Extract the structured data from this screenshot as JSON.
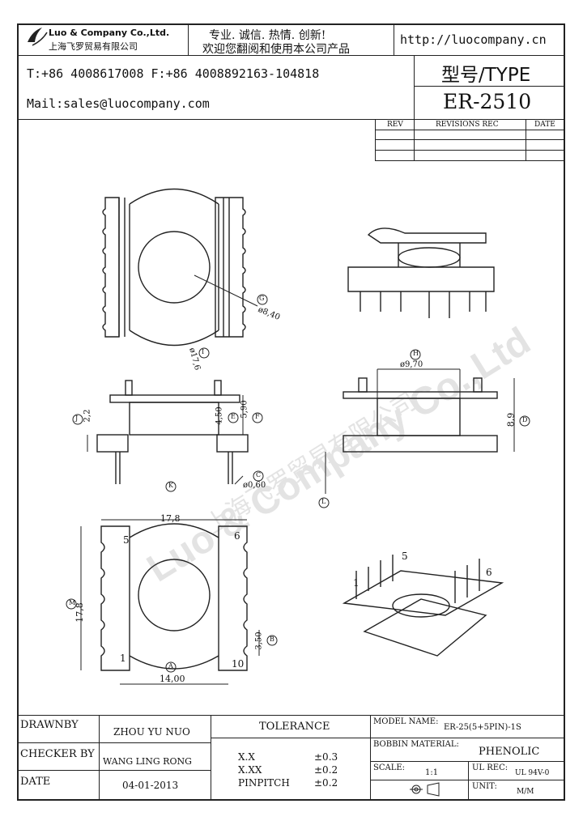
{
  "header": {
    "company_name": "Luo & Company Co.,Ltd.",
    "company_name_cn": "上海飞罗贸易有限公司",
    "slogan_line1": "专业. 诚信. 热情. 创新!",
    "slogan_line2": "欢迎您翻阅和使用本公司产品",
    "website": "http://luocompany.cn",
    "phone_fax": "T:+86 4008617008 F:+86 4008892163-104818",
    "mail": "Mail:sales@luocompany.com",
    "type_label": "型号/TYPE",
    "type_value": "ER-2510"
  },
  "revisions": {
    "rev_header": "REV",
    "rec_header": "REVISIONS REC",
    "date_header": "DATE"
  },
  "watermark": {
    "text_en": "Luo & Company Co.,Ltd",
    "text_cn": "上海飞罗贸易有限公司"
  },
  "dimensions": {
    "g_label": "G",
    "g_value": "ø8,40",
    "i_label": "I",
    "i_value": "ø17,6",
    "h_label": "H",
    "h_value": "ø9,70",
    "d_label": "D",
    "d_value": "8,9",
    "j_label": "J",
    "j_value": "2,2",
    "e_label": "E",
    "e_value": "4,50",
    "f_label": "F",
    "f_value": "5,90",
    "c_label": "C",
    "c_value": "ø0,60",
    "k_label": "K",
    "l_label": "L",
    "top_width": "17,8",
    "a_label": "A",
    "bottom_width": "14,00",
    "m_label": "M",
    "height_value": "17,8",
    "b_label": "B",
    "b_value": "3,50",
    "pin5": "5",
    "pin6": "6",
    "pin1": "1",
    "pin10": "10",
    "iso_pin5": "5",
    "iso_pin6": "6",
    "iso_pin1": "1"
  },
  "title_block": {
    "drawnby_label": "DRAWNBY",
    "drawnby_value": "ZHOU YU NUO",
    "checker_label": "CHECKER BY",
    "checker_value": "WANG LING RONG",
    "date_label": "DATE",
    "date_value": "04-01-2013",
    "tolerance_label": "TOLERANCE",
    "tol1_label": "X.X",
    "tol1_value": "±0.3",
    "tol2_label": "X.XX",
    "tol2_value": "±0.2",
    "tol3_label": "PINPITCH",
    "tol3_value": "±0.2",
    "model_label": "MODEL NAME:",
    "model_value": "ER-25(5+5PIN)-1S",
    "bobbin_label": "BOBBIN MATERIAL:",
    "bobbin_value": "PHENOLIC",
    "scale_label": "SCALE:",
    "scale_value": "1:1",
    "ul_label": "UL REC:",
    "ul_value": "UL 94V-0",
    "unit_label": "UNIT:",
    "unit_value": "M/M"
  }
}
